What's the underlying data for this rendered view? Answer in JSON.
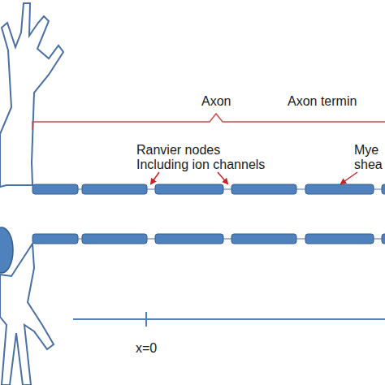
{
  "diagram": {
    "labels": [
      "Axon",
      "Axon termin",
      "Ranvier nodes",
      "Including ion channels",
      "Mye",
      "shea",
      "x=0"
    ]
  }
}
